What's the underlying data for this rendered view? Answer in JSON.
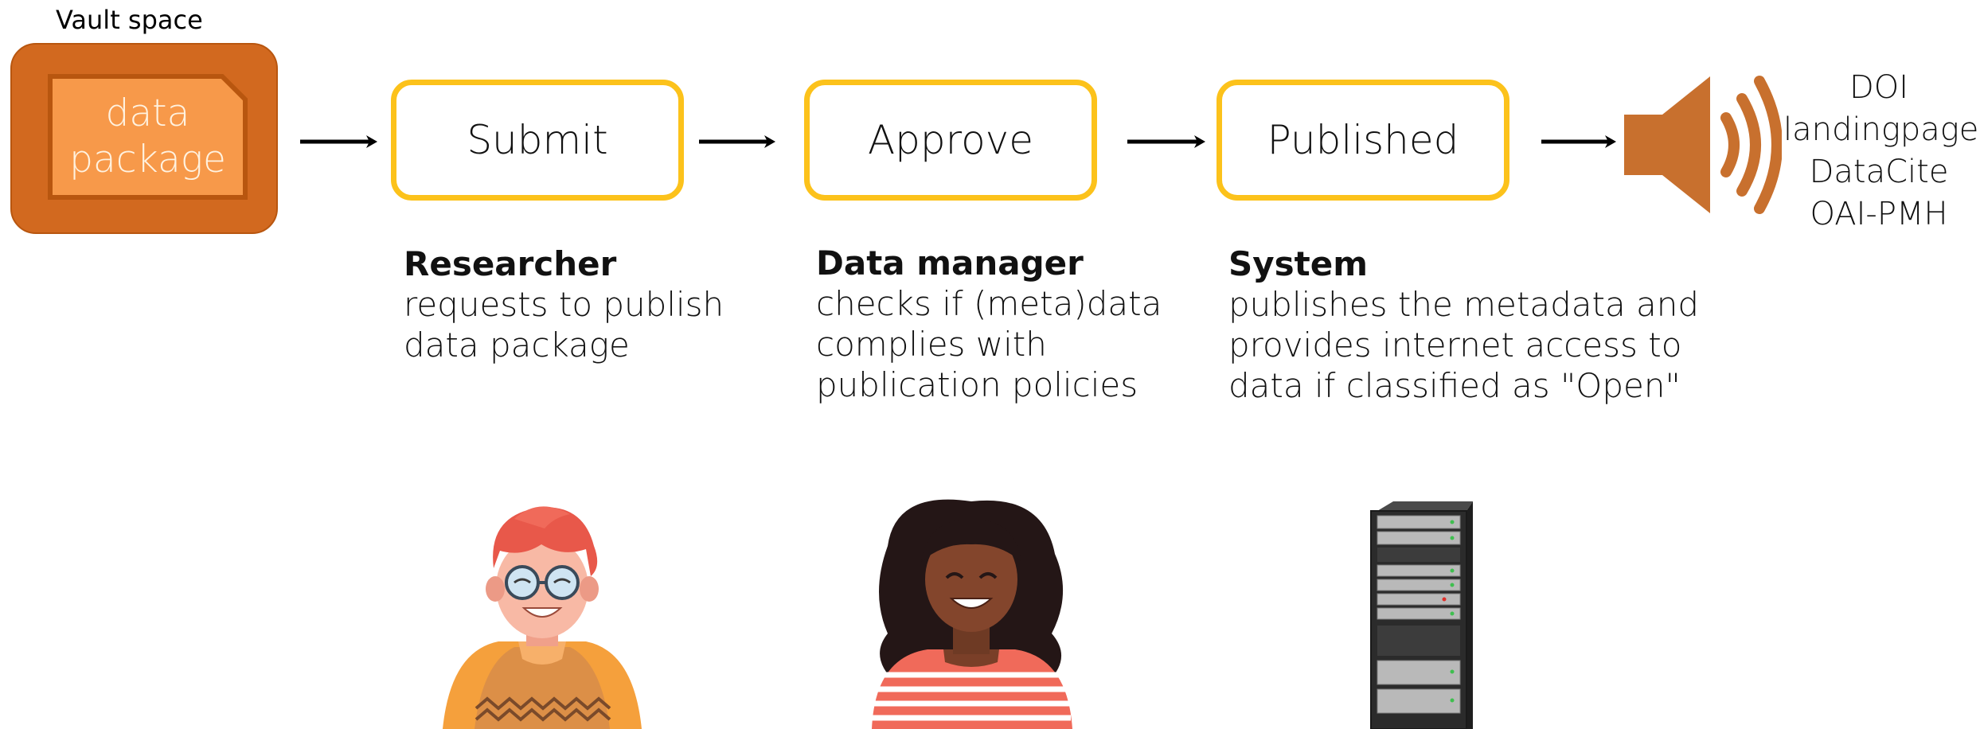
{
  "vault": {
    "label": "Vault space",
    "package_text": "data\npackage",
    "color": "#d2691f",
    "package_color": "#f7994a"
  },
  "steps": [
    {
      "label": "Submit",
      "role": "Researcher",
      "description": "requests to publish\ndata package"
    },
    {
      "label": "Approve",
      "role": "Data manager",
      "description": "checks if (meta)data\ncomplies with\npublication policies"
    },
    {
      "label": "Published",
      "role": "System",
      "description": "publishes the metadata and\nprovides internet access to\ndata if classified as \"Open\""
    }
  ],
  "outputs": [
    "DOI",
    "landingpage",
    "DataCite",
    "OAI-PMH"
  ],
  "colors": {
    "step_border": "#fcc21b",
    "speaker": "#c8702e",
    "arrow": "#000000"
  },
  "icons": {
    "speaker": "speaker-icon",
    "researcher": "researcher-avatar",
    "data_manager": "data-manager-avatar",
    "server": "server-rack-icon"
  }
}
